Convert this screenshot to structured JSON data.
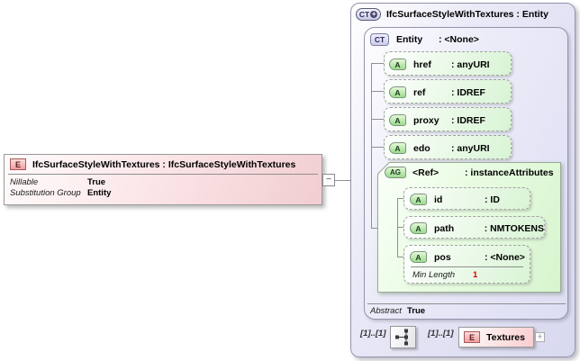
{
  "diagram": {
    "element": {
      "icon": "E",
      "title": "IfcSurfaceStyleWithTextures : IfcSurfaceStyleWithTextures",
      "properties": [
        {
          "label": "Nillable",
          "value": "True"
        },
        {
          "label": "Substitution Group",
          "value": "Entity"
        }
      ],
      "collapse_glyph": "−"
    },
    "complex_type": {
      "icon": "CT",
      "icon_plus": "+",
      "title": "IfcSurfaceStyleWithTextures : Entity",
      "base_type": {
        "icon": "CT",
        "name": "Entity",
        "type": ": <None>",
        "attributes": [
          {
            "icon": "A",
            "name": "href",
            "type": ": anyURI"
          },
          {
            "icon": "A",
            "name": "ref",
            "type": ": IDREF"
          },
          {
            "icon": "A",
            "name": "proxy",
            "type": ": IDREF"
          },
          {
            "icon": "A",
            "name": "edo",
            "type": ": anyURI"
          }
        ],
        "attribute_group": {
          "icon": "AG",
          "name": "<Ref>",
          "type": ": instanceAttributes",
          "attributes": [
            {
              "icon": "A",
              "name": "id",
              "type": ": ID"
            },
            {
              "icon": "A",
              "name": "path",
              "type": ": NMTOKENS"
            },
            {
              "icon": "A",
              "name": "pos",
              "type": ": <None>",
              "facet": {
                "label": "Min Length",
                "value": "1"
              }
            }
          ]
        },
        "properties": [
          {
            "label": "Abstract",
            "value": "True"
          }
        ]
      },
      "content_model": {
        "source_cardinality": "[1]..[1]",
        "child_cardinality": "[1]..[1]",
        "child": {
          "icon": "E",
          "label": "Textures",
          "expand_glyph": "+"
        }
      }
    },
    "colors": {
      "accent_red": "#e00000",
      "panel_lavender": "#dcdcf0",
      "attr_green": "#d9f4d5",
      "element_pink": "#f1cdd1"
    }
  }
}
